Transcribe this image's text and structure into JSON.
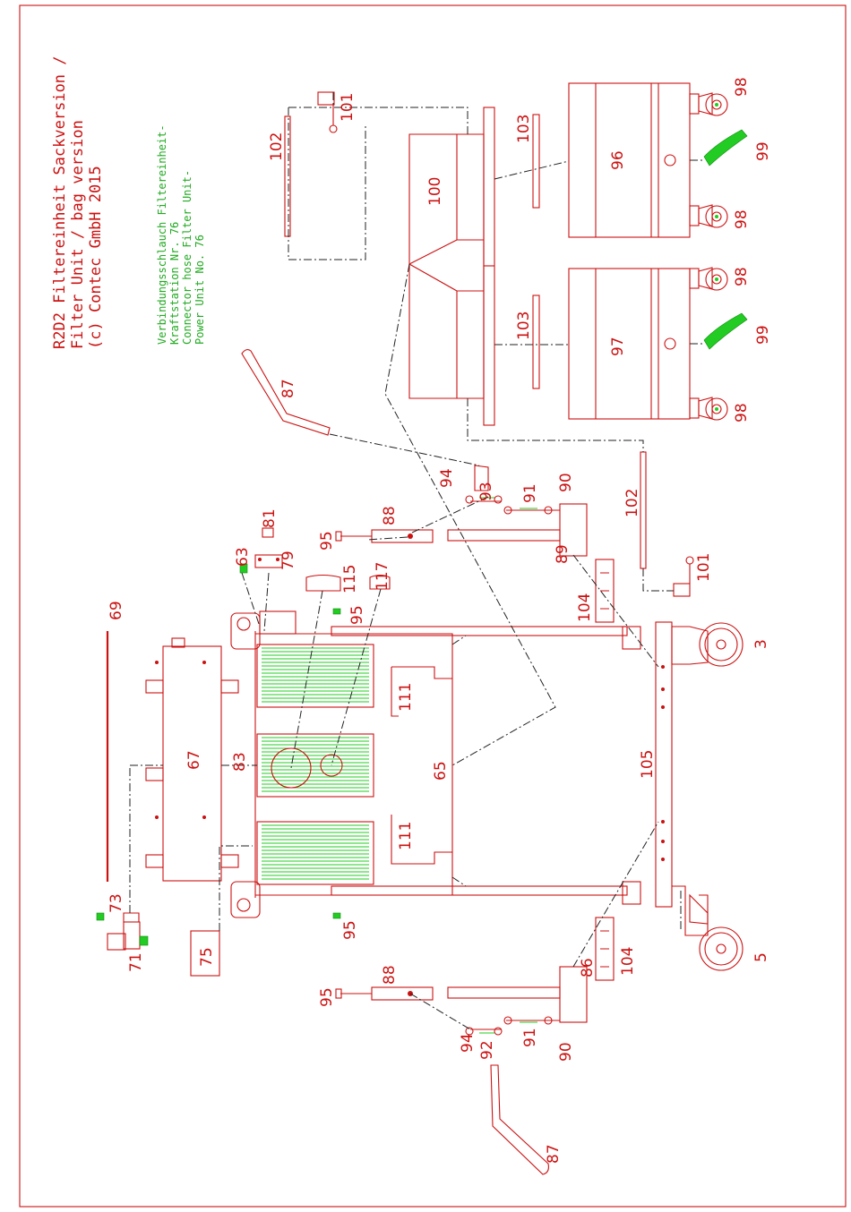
{
  "title_block": {
    "line1": "R2D2 Filtereinheit Sackversion /",
    "line2": "Filter Unit / bag version",
    "line3": "(c) Contec GmbH 2015"
  },
  "note": {
    "line1": "Verbindungsschlauch Filtereinheit-",
    "line2": "Kraftstation Nr. 76",
    "line3": "Connector hose Filter Unit-",
    "line4": "Power Unit No. 76"
  },
  "parts": {
    "p3": "3",
    "p5": "5",
    "p63": "63",
    "p65": "65",
    "p67": "67",
    "p69": "69",
    "p71": "71",
    "p73": "73",
    "p75": "75",
    "p79": "79",
    "p81": "81",
    "p83": "83",
    "p86": "86",
    "p87": "87",
    "p88": "88",
    "p89": "89",
    "p90": "90",
    "p91": "91",
    "p92": "92",
    "p93": "93",
    "p94": "94",
    "p95": "95",
    "p96": "96",
    "p97": "97",
    "p98": "98",
    "p99": "99",
    "p100": "100",
    "p101": "101",
    "p102": "102",
    "p103": "103",
    "p104": "104",
    "p105": "105",
    "p111": "111",
    "p115": "115",
    "p117": "117"
  },
  "colors": {
    "line": "#cc1111",
    "accent": "#22cc22",
    "leader": "#222222"
  }
}
